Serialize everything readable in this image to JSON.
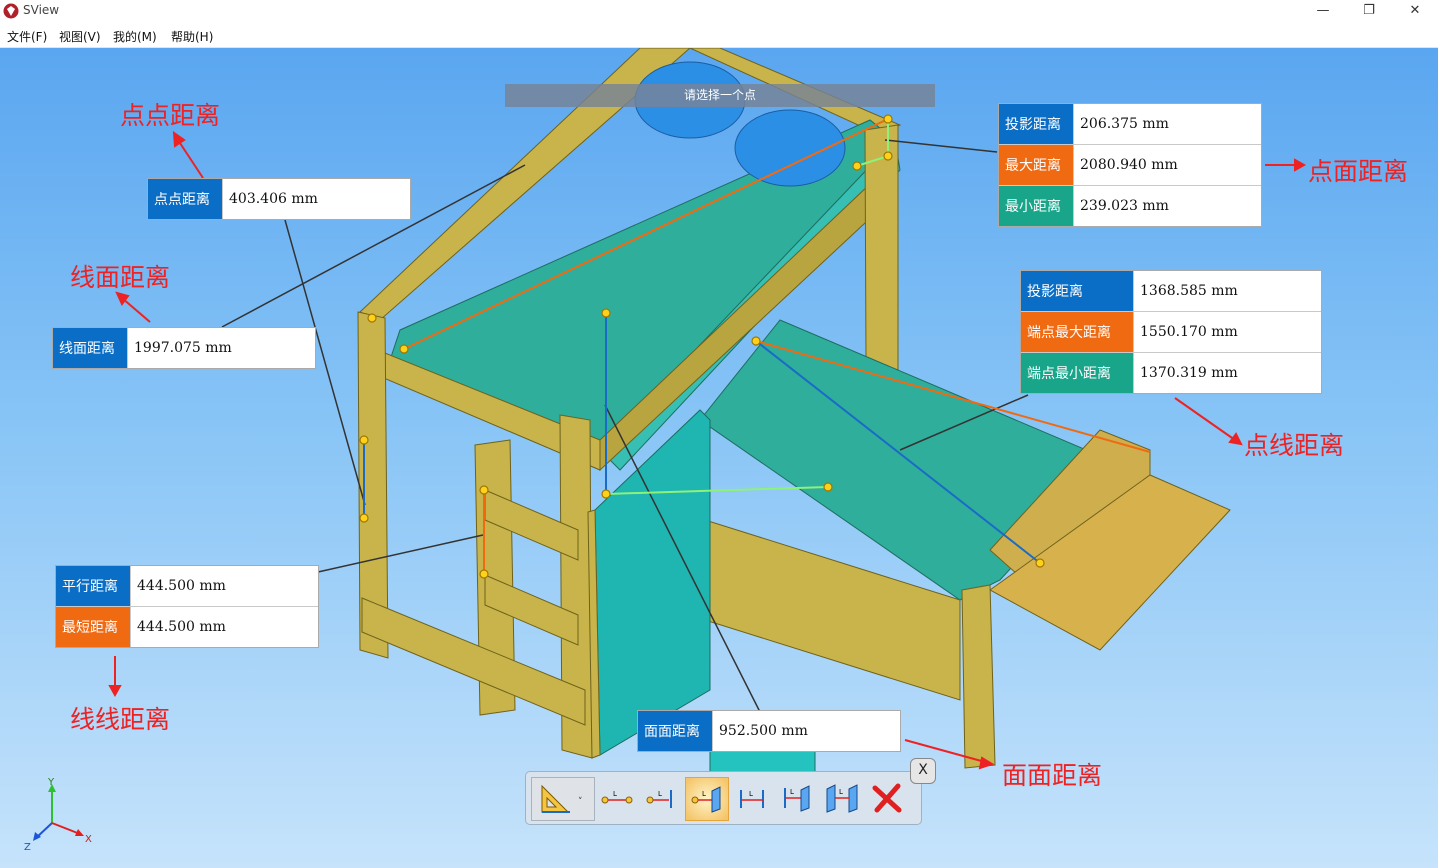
{
  "window": {
    "title": "SView",
    "minimize": "—",
    "restore": "❐",
    "close": "✕"
  },
  "menu": [
    "文件(F)",
    "视图(V)",
    "我的(M)",
    "帮助(H)"
  ],
  "prompt": "请选择一个点",
  "measurements": {
    "point_point": {
      "label": "点点距离",
      "value": "403.406 mm"
    },
    "line_face": {
      "label": "线面距离",
      "value": "1997.075 mm"
    },
    "point_face": [
      {
        "label": "投影距离",
        "value": "206.375 mm"
      },
      {
        "label": "最大距离",
        "value": "2080.940 mm"
      },
      {
        "label": "最小距离",
        "value": "239.023 mm"
      }
    ],
    "point_line": [
      {
        "label": "投影距离",
        "value": "1368.585 mm"
      },
      {
        "label": "端点最大距离",
        "value": "1550.170 mm"
      },
      {
        "label": "端点最小距离",
        "value": "1370.319 mm"
      }
    ],
    "line_line": [
      {
        "label": "平行距离",
        "value": "444.500 mm"
      },
      {
        "label": "最短距离",
        "value": "444.500 mm"
      }
    ],
    "face_face": {
      "label": "面面距离",
      "value": "952.500 mm"
    }
  },
  "annotations": {
    "point_point": "点点距离",
    "line_face": "线面距离",
    "point_face": "点面距离",
    "point_line": "点线距离",
    "line_line": "线线距离",
    "face_face": "面面距离"
  },
  "toolbar": {
    "close": "X",
    "tools": [
      "measure-tool-icon",
      "point-point-icon",
      "point-line-icon",
      "point-face-icon",
      "line-line-icon",
      "line-face-icon",
      "face-face-icon",
      "delete-icon"
    ]
  },
  "axis": {
    "x": "X",
    "y": "Y",
    "z": "Z"
  },
  "colors": {
    "label_blue": "#0a6ec6",
    "label_orange": "#f06a12",
    "label_green": "#18a58a",
    "annotation_red": "#ee2222"
  }
}
